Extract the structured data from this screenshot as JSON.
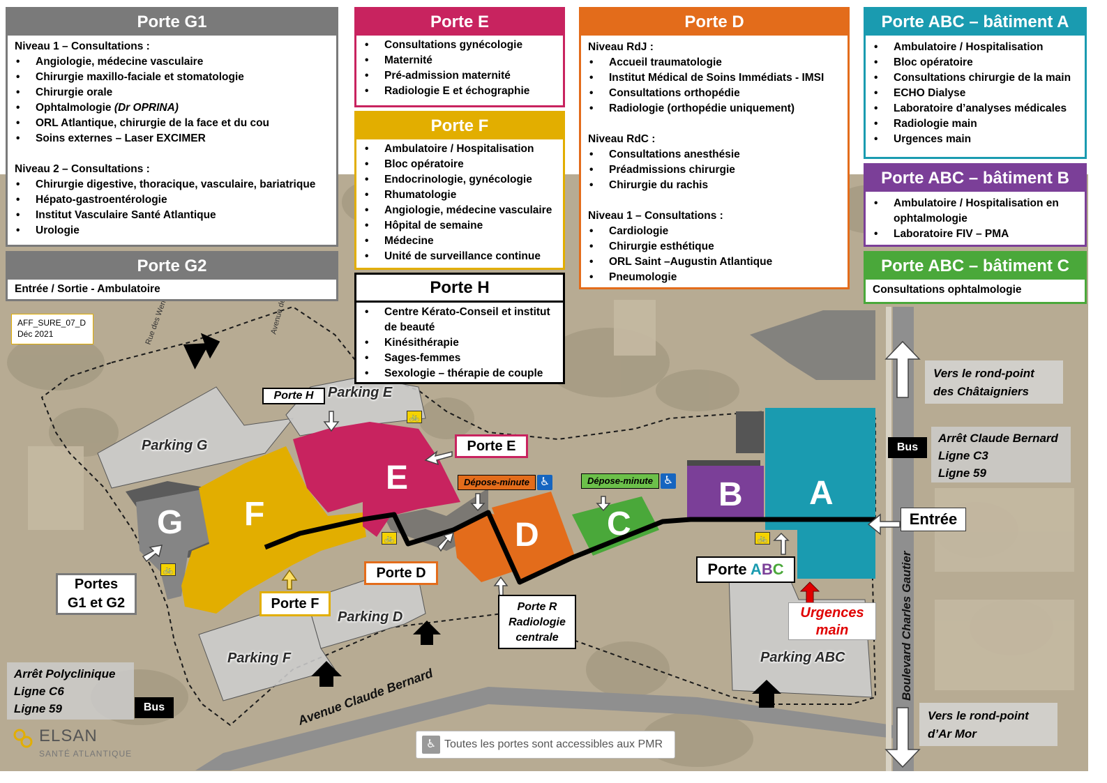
{
  "panels": {
    "g1": {
      "title": "Porte G1",
      "color": "#7a7a7a",
      "level1_title": "Niveau 1 – Consultations :",
      "level1_items": [
        "Angiologie, médecine vasculaire",
        "Chirurgie maxillo-faciale et stomatologie",
        "Chirurgie orale",
        "Ophtalmologie",
        "ORL Atlantique, chirurgie de la face et du cou",
        "Soins externes – Laser EXCIMER"
      ],
      "level1_item_note": "(Dr OPRINA)",
      "level2_title": "Niveau 2 – Consultations :",
      "level2_items": [
        "Chirurgie digestive, thoracique, vasculaire, bariatrique",
        "Hépato-gastroentérologie",
        "Institut Vasculaire Santé Atlantique",
        "Urologie"
      ]
    },
    "g2": {
      "title": "Porte G2",
      "color": "#7a7a7a",
      "text": "Entrée / Sortie - Ambulatoire"
    },
    "e": {
      "title": "Porte E",
      "color": "#c8235f",
      "items": [
        "Consultations gynécologie",
        "Maternité",
        "Pré-admission maternité",
        "Radiologie E et échographie"
      ]
    },
    "f": {
      "title": "Porte F",
      "color": "#e2ae00",
      "items": [
        "Ambulatoire / Hospitalisation",
        "Bloc opératoire",
        "Endocrinologie, gynécologie",
        "Rhumatologie",
        "Angiologie, médecine vasculaire",
        "Hôpital de semaine",
        "Médecine",
        "Unité de surveillance continue"
      ]
    },
    "h": {
      "title": "Porte H",
      "color": "#000000",
      "items": [
        "Centre Kérato-Conseil et institut de beauté",
        "Kinésithérapie",
        "Sages-femmes",
        "Sexologie – thérapie de couple"
      ]
    },
    "d": {
      "title": "Porte D",
      "color": "#e36c1b",
      "rdj_title": "Niveau RdJ :",
      "rdj_items": [
        "Accueil traumatologie",
        "Institut Médical de Soins Immédiats - IMSI",
        "Consultations orthopédie",
        "Radiologie (orthopédie uniquement)"
      ],
      "rdc_title": "Niveau RdC :",
      "rdc_items": [
        "Consultations anesthésie",
        "Préadmissions chirurgie",
        "Chirurgie du rachis"
      ],
      "n1_title": "Niveau 1 – Consultations :",
      "n1_items": [
        "Cardiologie",
        "Chirurgie esthétique",
        "ORL Saint –Augustin Atlantique",
        "Pneumologie"
      ]
    },
    "abc_a": {
      "title": "Porte ABC – bâtiment A",
      "color": "#1a9bb0",
      "items": [
        "Ambulatoire / Hospitalisation",
        "Bloc opératoire",
        "Consultations chirurgie de la main",
        "ECHO Dialyse",
        "Laboratoire d’analyses médicales",
        "Radiologie main",
        "Urgences main"
      ]
    },
    "abc_b": {
      "title": "Porte ABC – bâtiment B",
      "color": "#7b3f98",
      "items": [
        "Ambulatoire / Hospitalisation en ophtalmologie",
        "Laboratoire FIV – PMA"
      ]
    },
    "abc_c": {
      "title": "Porte ABC – bâtiment C",
      "color": "#4aa83a",
      "text": "Consultations ophtalmologie"
    }
  },
  "doc_ref": {
    "code": "AFF_SURE_07_D",
    "date": "Déc 2021"
  },
  "buildings": {
    "g": {
      "letter": "G",
      "color": "#858585"
    },
    "f": {
      "letter": "F",
      "color": "#e2ae00"
    },
    "e": {
      "letter": "E",
      "color": "#c8235f"
    },
    "d": {
      "letter": "D",
      "color": "#e36c1b"
    },
    "c": {
      "letter": "C",
      "color": "#4aa83a"
    },
    "b": {
      "letter": "B",
      "color": "#7b3f98"
    },
    "a": {
      "letter": "A",
      "color": "#1a9bb0"
    }
  },
  "parkings": [
    "Parking G",
    "Parking E",
    "Parking D",
    "Parking F",
    "Parking ABC"
  ],
  "door_labels": {
    "porte_h": "Porte H",
    "porte_e": "Porte E",
    "porte_d": "Porte D",
    "porte_f": "Porte F",
    "portes_g1g2_line1": "Portes",
    "portes_g1g2_line2": "G1 et G2",
    "porte_abc_prefix": "Porte ",
    "porte_abc_a": "A",
    "porte_abc_b": "B",
    "porte_abc_c": "C",
    "porte_r_line1": "Porte R",
    "porte_r_line2": "Radiologie",
    "porte_r_line3": "centrale",
    "urgences_line1": "Urgences",
    "urgences_line2": "main",
    "entree": "Entrée"
  },
  "depose": {
    "d": "Dépose-minute",
    "c": "Dépose-minute"
  },
  "streets": {
    "avenue": "Avenue Claude Bernard",
    "boulevard": "Boulevard Charles Gautier",
    "rue1": "Rue des Wernets",
    "rue2": "Avenue des Aulnes"
  },
  "bus_stops": {
    "claude_bernard": {
      "name": "Arrêt Claude Bernard",
      "line1": "Ligne C3",
      "line2": "Ligne 59",
      "badge": "Bus"
    },
    "polyclinique": {
      "name": "Arrêt Polyclinique",
      "line1": "Ligne C6",
      "line2": "Ligne 59",
      "badge": "Bus"
    }
  },
  "directions": {
    "north_line1": "Vers le rond-point",
    "north_line2": "des Châtaigniers",
    "south_line1": "Vers le rond-point",
    "south_line2": "d’Ar Mor"
  },
  "pmr_note": "Toutes les portes sont accessibles aux PMR",
  "logo": {
    "name": "ELSAN",
    "sub": "SANTÉ ATLANTIQUE"
  },
  "icons": {
    "wheelchair": "wheelchair-icon",
    "bike": "bike-icon",
    "arrow": "arrow-icon",
    "logo": "elsan-logo-icon"
  }
}
